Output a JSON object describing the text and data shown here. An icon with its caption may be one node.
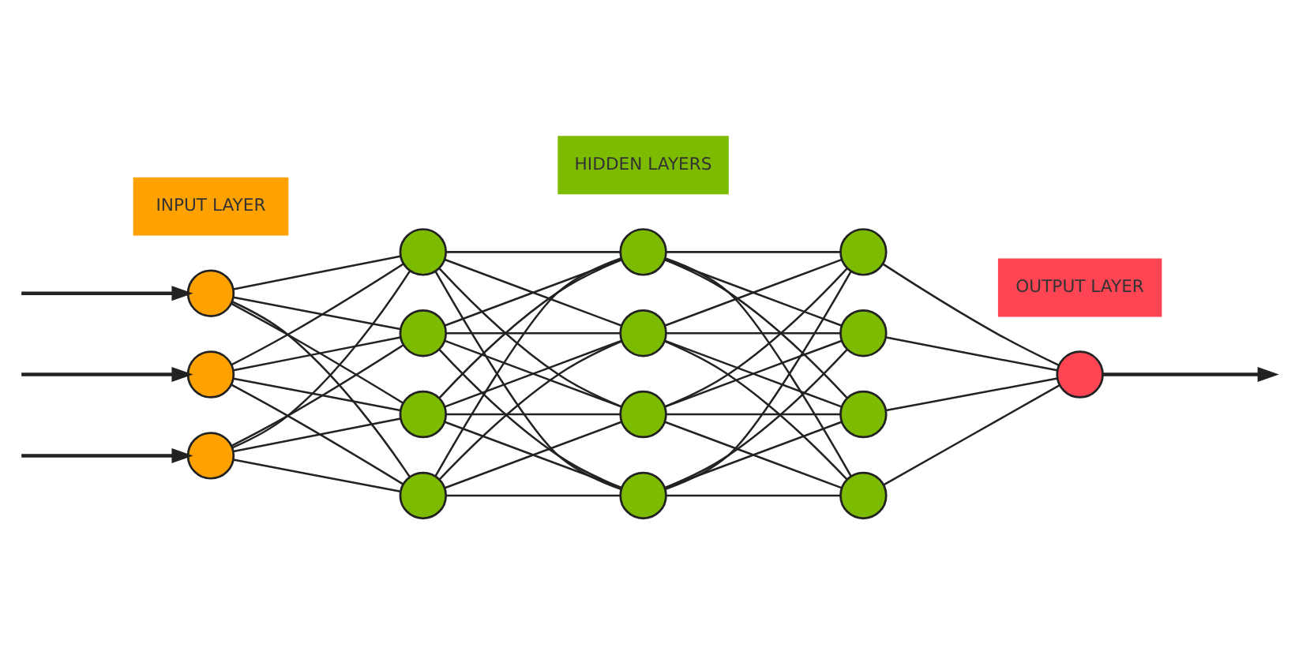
{
  "diagram": {
    "nodes": [
      {
        "text": [],
        "shape": "circle"
      },
      {
        "text": [],
        "shape": "circle"
      },
      {
        "text": [],
        "shape": "circle"
      },
      {
        "text": [],
        "shape": "circle"
      },
      {
        "text": [],
        "shape": "circle"
      },
      {
        "text": [],
        "shape": "circle"
      },
      {
        "text": [],
        "shape": "circle"
      },
      {
        "text": [],
        "shape": "circle"
      },
      {
        "text": [],
        "shape": "circle"
      },
      {
        "text": [],
        "shape": "circle"
      },
      {
        "text": [],
        "shape": "circle"
      },
      {
        "text": [],
        "shape": "circle"
      },
      {
        "text": [],
        "shape": "circle"
      },
      {
        "text": [],
        "shape": "circle"
      },
      {
        "text": [],
        "shape": "circle"
      },
      {
        "text": [],
        "shape": "circle"
      },
      {
        "text": [
          "INPUT LAYER"
        ]
      },
      {
        "text": [
          "HIDDEN LAYERS"
        ]
      },
      {
        "text": [
          "OUTPUT LAYER"
        ]
      }
    ],
    "edges": [
      {
        "from": null,
        "to": 0,
        "arrow": "to"
      },
      {
        "from": null,
        "to": 1,
        "arrow": "to"
      },
      {
        "from": null,
        "to": 2,
        "arrow": "to"
      },
      {
        "from": 0,
        "to": 3,
        "arrow": "none"
      },
      {
        "from": 0,
        "to": 4,
        "arrow": "none"
      },
      {
        "from": 0,
        "to": 5,
        "arrow": "none"
      },
      {
        "from": 0,
        "to": 6,
        "arrow": "none"
      },
      {
        "from": 1,
        "to": 3,
        "arrow": "none"
      },
      {
        "from": 1,
        "to": 4,
        "arrow": "none"
      },
      {
        "from": 1,
        "to": 5,
        "arrow": "none"
      },
      {
        "from": 1,
        "to": 6,
        "arrow": "none"
      },
      {
        "from": 2,
        "to": 3,
        "arrow": "none"
      },
      {
        "from": 2,
        "to": 4,
        "arrow": "none"
      },
      {
        "from": 2,
        "to": 5,
        "arrow": "none"
      },
      {
        "from": 2,
        "to": 6,
        "arrow": "none"
      },
      {
        "from": 3,
        "to": 7,
        "arrow": "none"
      },
      {
        "from": 3,
        "to": 8,
        "arrow": "none"
      },
      {
        "from": 3,
        "to": 9,
        "arrow": "none"
      },
      {
        "from": 3,
        "to": 10,
        "arrow": "none"
      },
      {
        "from": 4,
        "to": 7,
        "arrow": "none"
      },
      {
        "from": 4,
        "to": 8,
        "arrow": "none"
      },
      {
        "from": 4,
        "to": 9,
        "arrow": "none"
      },
      {
        "from": 4,
        "to": 10,
        "arrow": "none"
      },
      {
        "from": 5,
        "to": 7,
        "arrow": "none"
      },
      {
        "from": 5,
        "to": 8,
        "arrow": "none"
      },
      {
        "from": 5,
        "to": 9,
        "arrow": "none"
      },
      {
        "from": 5,
        "to": 10,
        "arrow": "none"
      },
      {
        "from": 6,
        "to": 7,
        "arrow": "none"
      },
      {
        "from": 6,
        "to": 8,
        "arrow": "none"
      },
      {
        "from": 6,
        "to": 9,
        "arrow": "none"
      },
      {
        "from": 6,
        "to": 10,
        "arrow": "none"
      },
      {
        "from": 7,
        "to": 11,
        "arrow": "none"
      },
      {
        "from": 7,
        "to": 12,
        "arrow": "none"
      },
      {
        "from": 7,
        "to": 13,
        "arrow": "none"
      },
      {
        "from": 7,
        "to": 14,
        "arrow": "none"
      },
      {
        "from": 8,
        "to": 11,
        "arrow": "none"
      },
      {
        "from": 8,
        "to": 12,
        "arrow": "none"
      },
      {
        "from": 8,
        "to": 13,
        "arrow": "none"
      },
      {
        "from": 8,
        "to": 14,
        "arrow": "none"
      },
      {
        "from": 9,
        "to": 11,
        "arrow": "none"
      },
      {
        "from": 9,
        "to": 12,
        "arrow": "none"
      },
      {
        "from": 9,
        "to": 13,
        "arrow": "none"
      },
      {
        "from": 9,
        "to": 14,
        "arrow": "none"
      },
      {
        "from": 10,
        "to": 11,
        "arrow": "none"
      },
      {
        "from": 10,
        "to": 12,
        "arrow": "none"
      },
      {
        "from": 10,
        "to": 13,
        "arrow": "none"
      },
      {
        "from": 10,
        "to": 14,
        "arrow": "none"
      },
      {
        "from": 11,
        "to": 15,
        "arrow": "none"
      },
      {
        "from": 12,
        "to": 15,
        "arrow": "none"
      },
      {
        "from": 13,
        "to": 15,
        "arrow": "none"
      },
      {
        "from": 14,
        "to": 15,
        "arrow": "none"
      },
      {
        "from": 15,
        "to": null,
        "arrow": "to"
      }
    ]
  }
}
